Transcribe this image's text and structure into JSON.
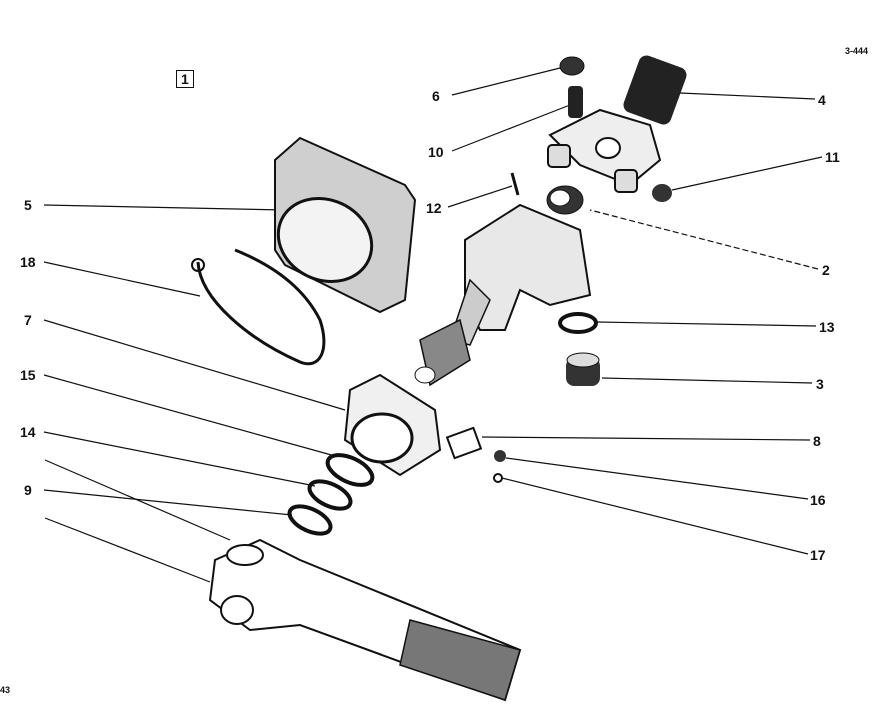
{
  "figure": {
    "figure_number": "1",
    "drawing_code": "3-444",
    "page_mark": "43",
    "part_labels": [
      "6",
      "10",
      "4",
      "11",
      "12",
      "5",
      "18",
      "2",
      "7",
      "13",
      "15",
      "3",
      "14",
      "8",
      "9",
      "16",
      "17"
    ]
  }
}
